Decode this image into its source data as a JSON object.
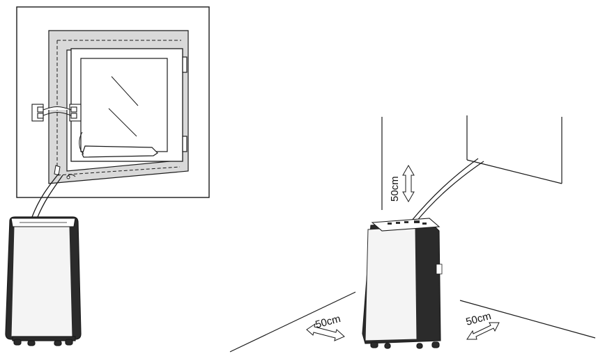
{
  "labels": {
    "clearance_vertical": "50cm",
    "clearance_left": "50cm",
    "clearance_right": "50cm"
  },
  "colors": {
    "line": "#1a1a1a",
    "seal_fill": "#d9d9d9",
    "unit_body": "#2b2b2b",
    "unit_panel": "#f4f4f4"
  }
}
